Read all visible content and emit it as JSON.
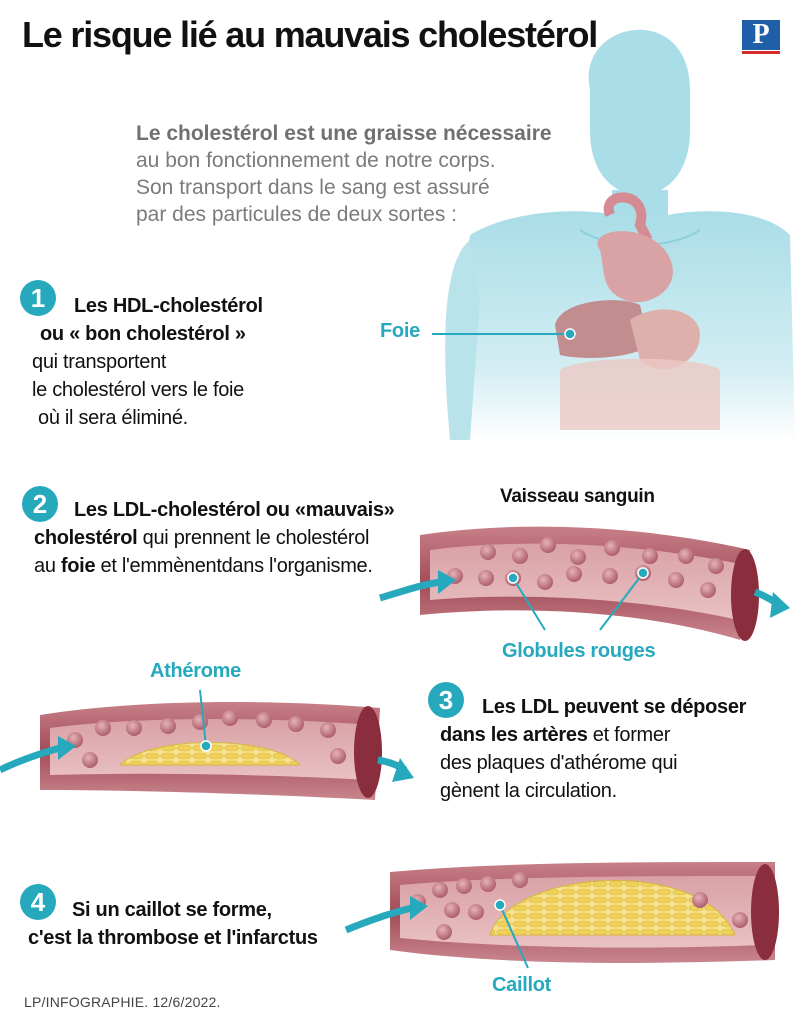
{
  "header": {
    "title": "Le risque lié au mauvais cholestérol"
  },
  "logo": {
    "letter": "P"
  },
  "intro": {
    "line1": "Le cholestérol est une graisse nécessaire",
    "line2": "au bon fonctionnement de notre corps.",
    "line3": "Son transport dans le sang est assuré",
    "line4": "par des particules de deux sortes :"
  },
  "steps": [
    {
      "number": "1",
      "l1": "Les HDL-cholestérol",
      "l2": "ou « bon cholestérol »",
      "l3": "qui transportent",
      "l4": "le cholestérol vers le foie",
      "l5": "où il sera éliminé."
    },
    {
      "number": "2",
      "l1": "Les LDL-cholestérol ou «mauvais»",
      "l2b": "cholestérol",
      "l2": " qui prennent le cholestérol",
      "l3a": "au ",
      "l3b": "foie",
      "l3c": " et l'emmènentdans l'organisme."
    },
    {
      "number": "3",
      "l1": "Les LDL peuvent se déposer",
      "l2b": "dans les artères",
      "l2": " et former",
      "l3": "des plaques d'athérome qui",
      "l4": "gènent la circulation."
    },
    {
      "number": "4",
      "l1": "Si un caillot se forme,",
      "l2": "c'est la thrombose et l'infarctus"
    }
  ],
  "labels": {
    "liver": "Foie",
    "vessel": "Vaisseau sanguin",
    "red_cells": "Globules rouges",
    "atheroma": "Athérome",
    "clot": "Caillot"
  },
  "credit": "LP/INFOGRAPHIE.  12/6/2022.",
  "colors": {
    "accent": "#27a9bd",
    "vessel": "#b2606a",
    "plaque": "#f3de7a",
    "logo": "#1e5fa8"
  }
}
